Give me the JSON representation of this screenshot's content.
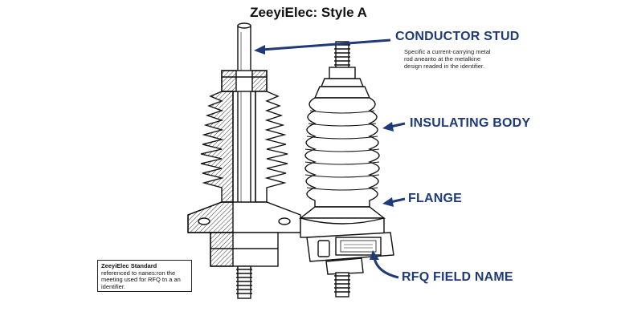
{
  "title": "ZeeyiElec: Style A",
  "callouts": {
    "conductor_stud": {
      "label": "CONDUCTOR STUD",
      "description": "Specific a current-carrying metal rod aneanto at the metalkine design readed in the identifier."
    },
    "insulating_body": {
      "label": "INSULATING BODY"
    },
    "flange": {
      "label": "FLANGE"
    },
    "rfq_field_name": {
      "label": "RFQ FIELD NAME"
    }
  },
  "note": {
    "title": "ZeeyiElec Standard",
    "body": "referenced to nanes:ron the meeting used for RFQ tn a an identifier."
  },
  "colors": {
    "accent": "#1f3a7a",
    "line": "#111111"
  }
}
